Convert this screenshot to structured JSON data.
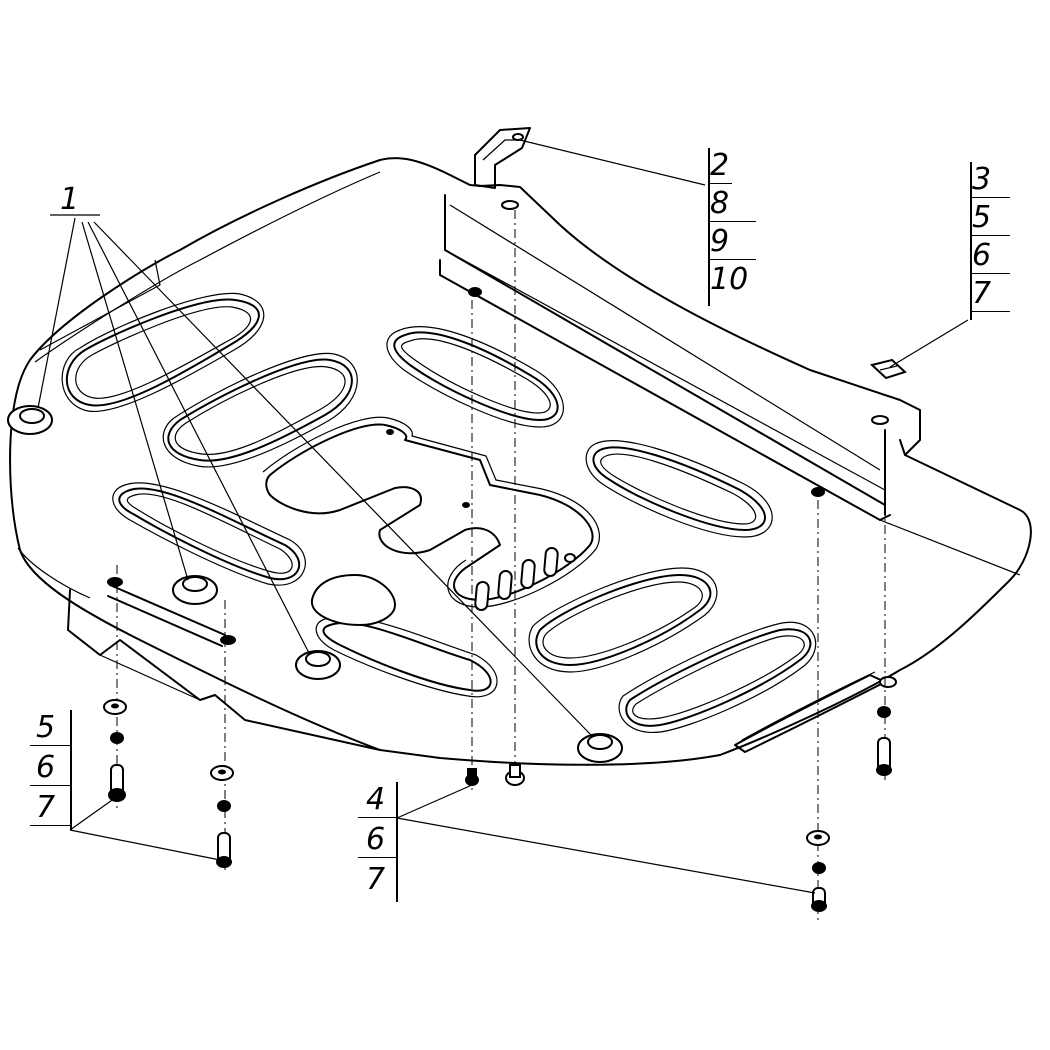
{
  "callouts": {
    "c1": {
      "label": "1"
    },
    "c2": {
      "items": [
        "2",
        "8",
        "9",
        "10"
      ]
    },
    "c3": {
      "items": [
        "3",
        "5",
        "6",
        "7"
      ]
    },
    "c4": {
      "items": [
        "4",
        "6",
        "7"
      ]
    },
    "c5": {
      "items": [
        "5",
        "6",
        "7"
      ]
    }
  }
}
